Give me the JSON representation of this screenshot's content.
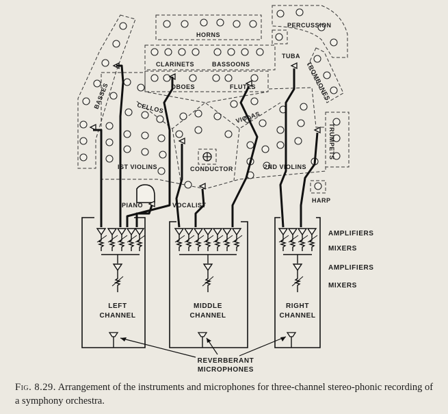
{
  "sections": {
    "horns": "HORNS",
    "percussion": "PERCUSSION",
    "clarinets": "CLARINETS",
    "bassoons": "BASSOONS",
    "tuba": "TUBA",
    "trombones": "TROMBONES",
    "oboes": "OBOES",
    "flutes": "FLUTES",
    "basses": "BASSES",
    "cellos": "CELLOS",
    "violas": "VIOLAS",
    "trumpets": "TRUMPETS",
    "first_violins": "IST VIOLINS",
    "second_violins": "2ND VIOLINS",
    "conductor": "CONDUCTOR",
    "vocalist": "VOCALIST",
    "piano": "PIANO",
    "harp": "HARP"
  },
  "side_labels": {
    "amplifiers_top": "AMPLIFIERS",
    "mixers_top": "MIXERS",
    "amplifiers_bottom": "AMPLIFIERS",
    "mixers_bottom": "MIXERS"
  },
  "channels": {
    "left_line1": "LEFT",
    "left_line2": "CHANNEL",
    "middle_line1": "MIDDLE",
    "middle_line2": "CHANNEL",
    "right_line1": "RIGHT",
    "right_line2": "CHANNEL"
  },
  "reverberant": {
    "line1": "REVERBERANT",
    "line2": "MICROPHONES"
  },
  "caption": {
    "figure": "Fig. 8.29.",
    "text": "Arrangement of the instruments and microphones for three-channel stereo-phonic recording of a symphony orchestra."
  }
}
